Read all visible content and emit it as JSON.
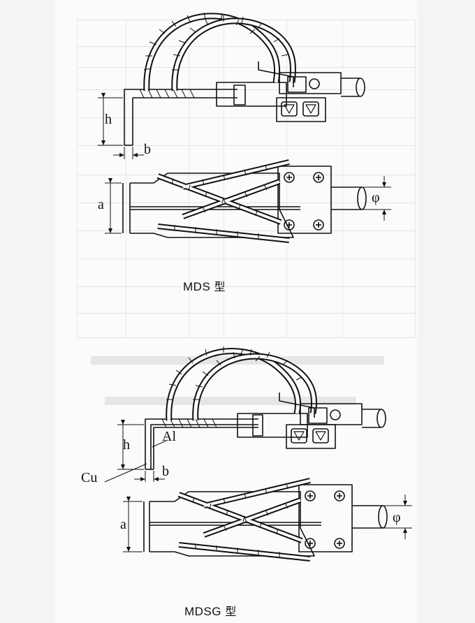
{
  "figures": [
    {
      "caption": "MDS",
      "caption_suffix": "型",
      "dimension_labels": {
        "height": "h",
        "thickness": "b",
        "width": "a",
        "diameter": "φ"
      }
    },
    {
      "caption": "MDSG",
      "caption_suffix": "型",
      "dimension_labels": {
        "height": "h",
        "thickness": "b",
        "width": "a",
        "diameter": "φ"
      },
      "material_labels": {
        "aluminum": "Al",
        "copper": "Cu"
      }
    }
  ],
  "colors": {
    "ink": "#111111",
    "paper": "#fbfbfb",
    "ghost": "#b8b8b8"
  }
}
